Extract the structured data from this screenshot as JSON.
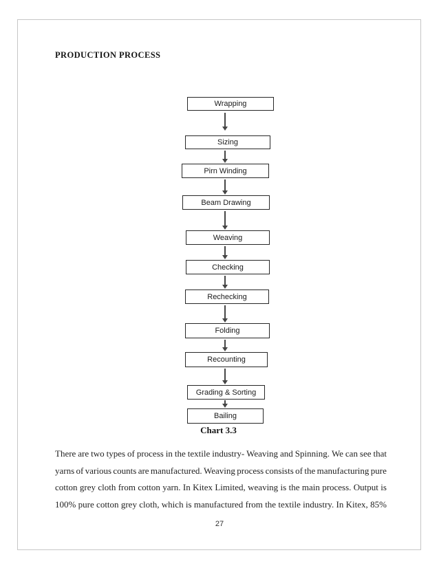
{
  "document": {
    "heading": "PRODUCTION PROCESS",
    "chart_caption": "Chart 3.3",
    "page_number": "27"
  },
  "flowchart": {
    "steps": [
      "Wrapping",
      "Sizing",
      "Pirn Winding",
      "Beam Drawing",
      "Weaving",
      "Checking",
      "Rechecking",
      "Folding",
      "Recounting",
      "Grading & Sorting",
      "Bailing"
    ]
  },
  "paragraph": {
    "lines": [
      "There are two types of process in the textile industry- Weaving and Spinning. We can see that",
      "yarns of various counts are manufactured. Weaving process consists of the manufacturing pure",
      "cotton grey cloth from cotton yarn. In Kitex Limited, weaving is the main process. Output is",
      "100% pure cotton grey cloth, which is manufactured from the textile industry. In Kitex, 85%"
    ]
  },
  "colors": {
    "text": "#1f1f1f",
    "box_border": "#262626",
    "arrow": "#454545",
    "page_border": "#c6c6c6"
  }
}
